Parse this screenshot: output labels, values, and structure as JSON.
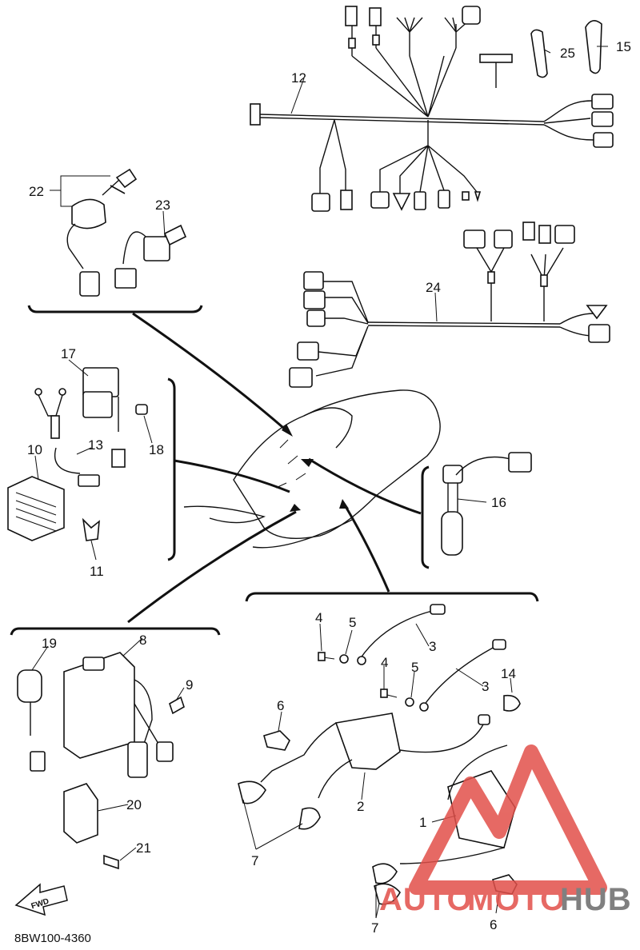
{
  "callouts": {
    "c1": "1",
    "c2": "2",
    "c3a": "3",
    "c3b": "3",
    "c4a": "4",
    "c4b": "4",
    "c5a": "5",
    "c5b": "5",
    "c6a": "6",
    "c6b": "6",
    "c7a": "7",
    "c7b": "7",
    "c8": "8",
    "c9": "9",
    "c10": "10",
    "c11": "11",
    "c12": "12",
    "c13": "13",
    "c14": "14",
    "c15": "15",
    "c16": "16",
    "c17": "17",
    "c18": "18",
    "c19": "19",
    "c20": "20",
    "c21": "21",
    "c22": "22",
    "c23": "23",
    "c24": "24",
    "c25": "25"
  },
  "diagram_code": "8BW100-4360",
  "fwd_label": "FWD",
  "watermark": {
    "part1": "AUTO",
    "part2": "MOTO",
    "part3": "HUB",
    "color_red": "#e2504a",
    "color_gray": "#6b6b6b"
  }
}
